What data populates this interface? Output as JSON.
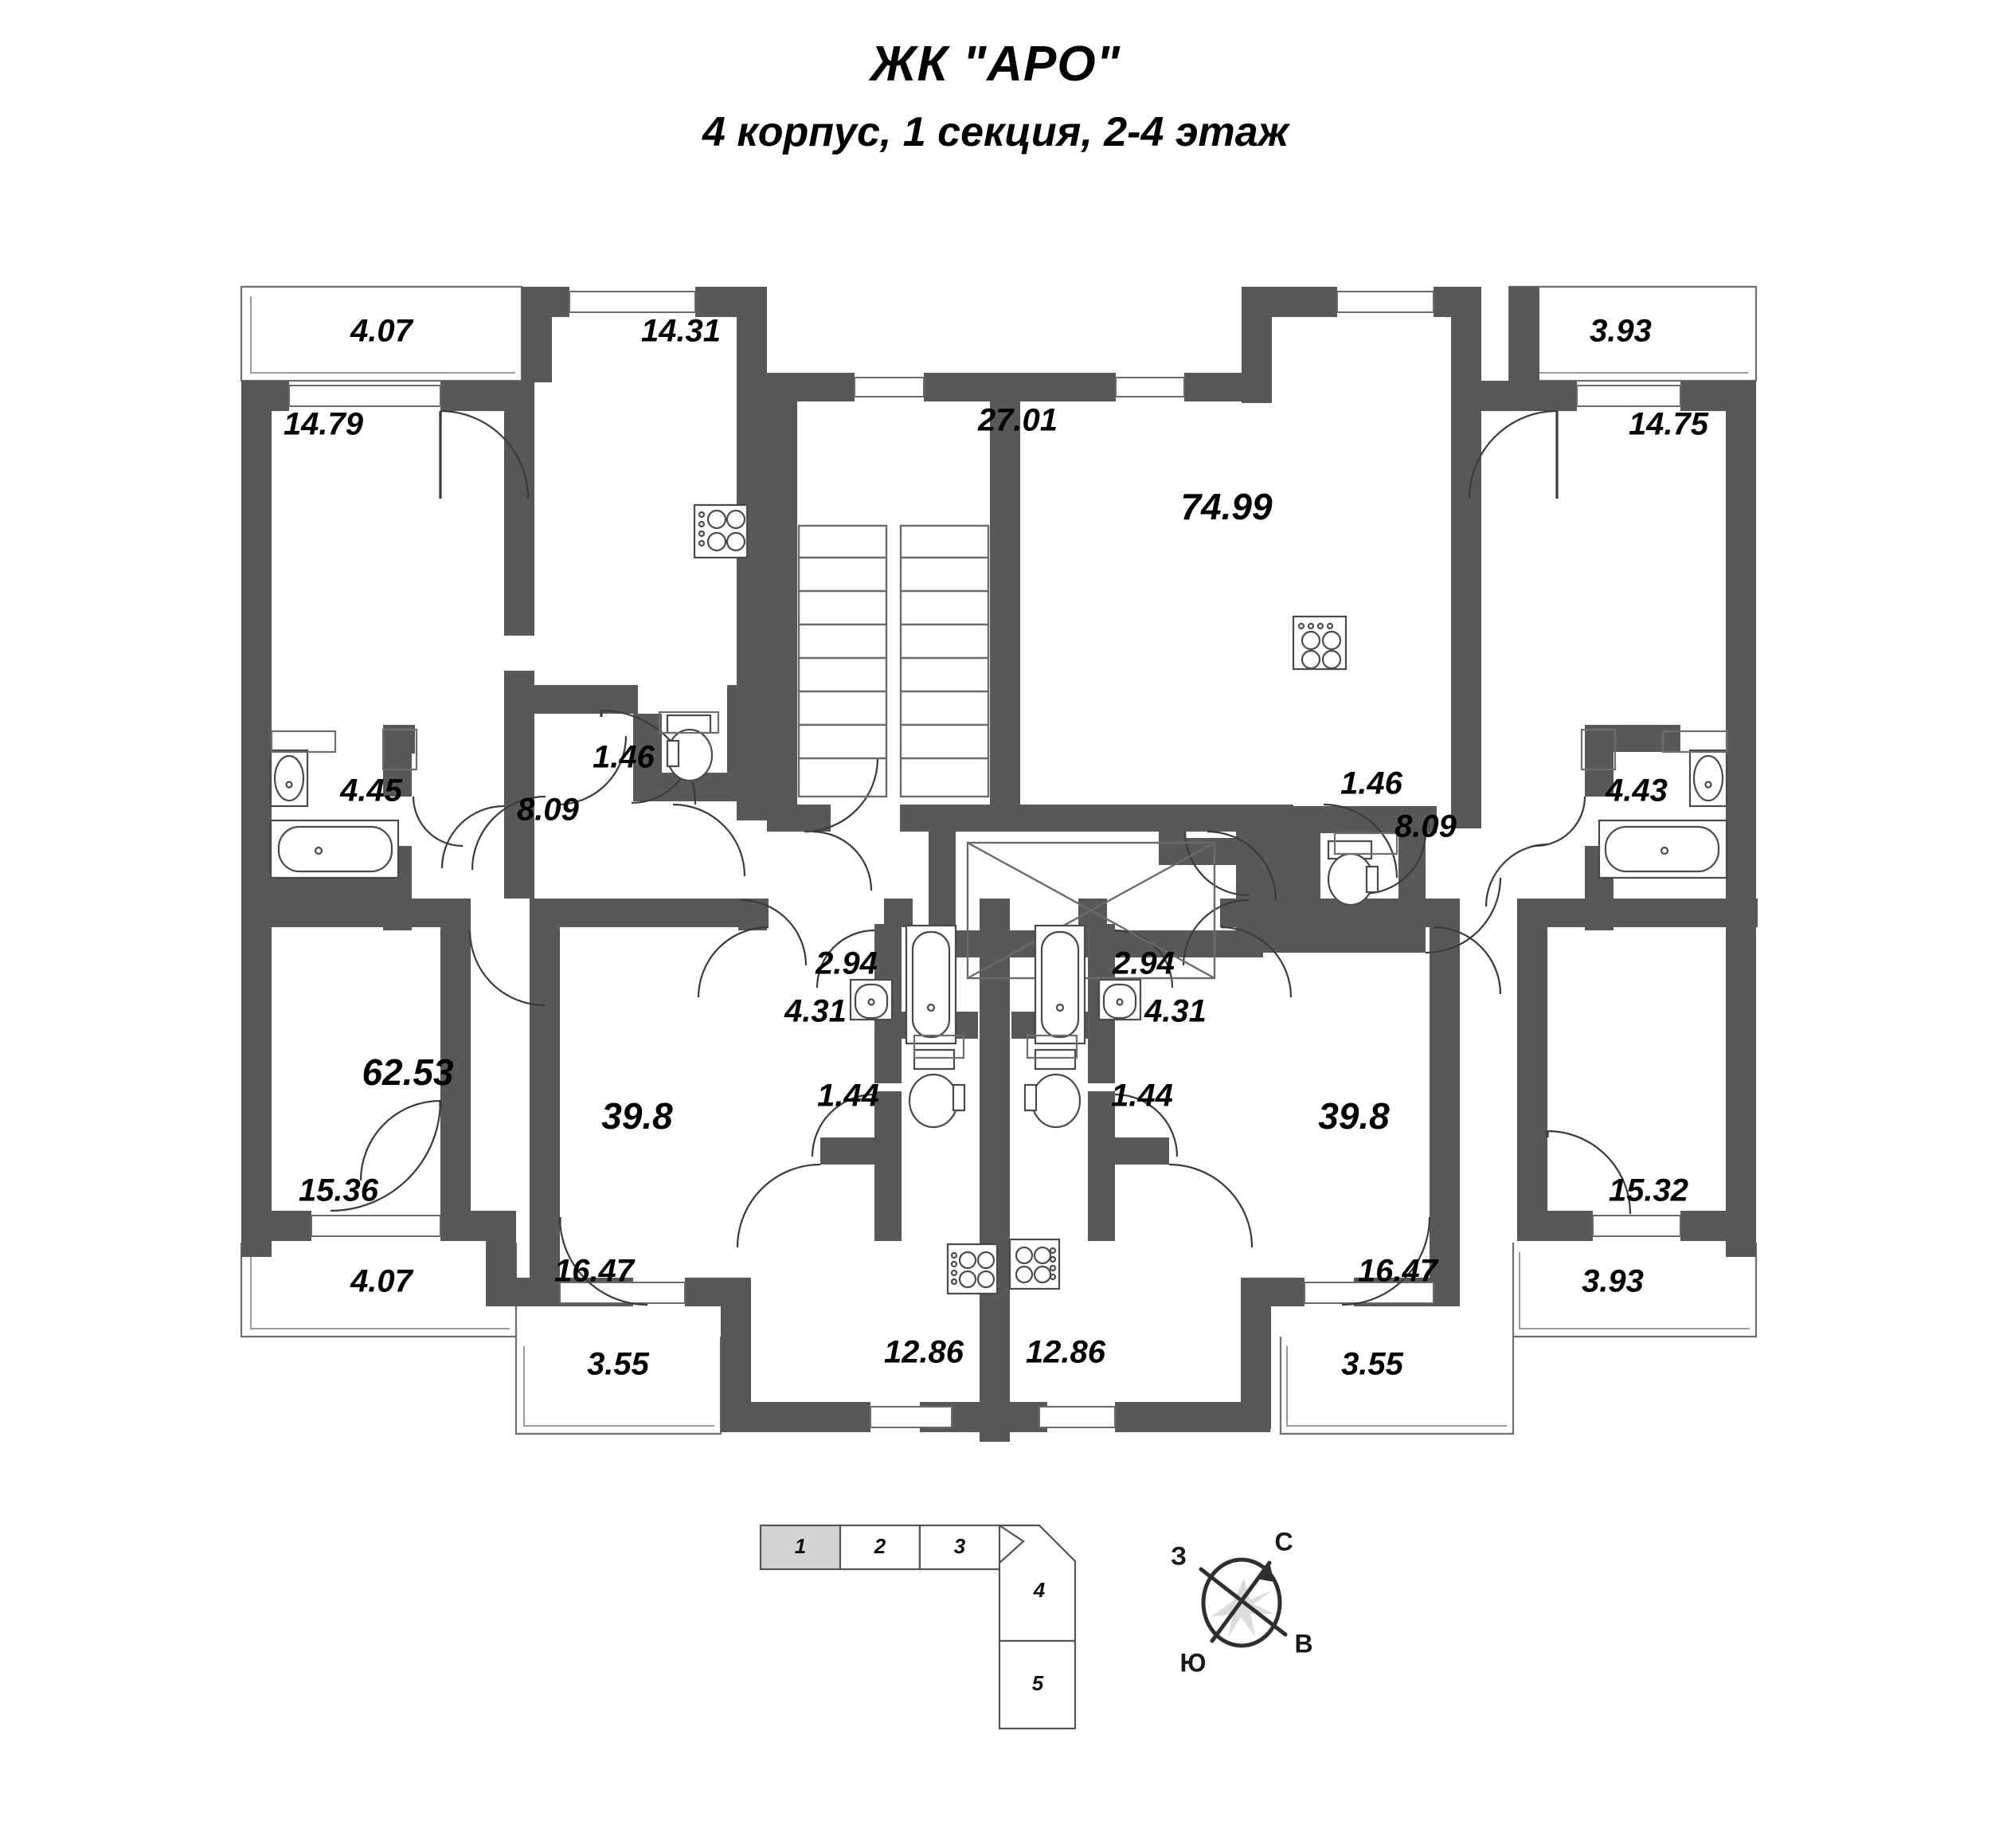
{
  "document": {
    "title": "ЖК \"АРО\"",
    "subtitle": "4 корпус, 1 секция, 2-4 этаж"
  },
  "floorplan": {
    "areas": {
      "balcony_top_left": "4.07",
      "room_top_left_kitchen": "14.31",
      "room_left_living": "14.79",
      "bath_left": "4.45",
      "wc_left": "1.46",
      "hall_left": "8.09",
      "stair_hall": "27.01",
      "apartment_top_right_total": "74.99",
      "balcony_top_right": "3.93",
      "room_right_living": "14.75",
      "wc_right": "1.46",
      "hall_right": "8.09",
      "bath_right": "4.43",
      "apartment_left_total": "62.53",
      "room_left_lower": "15.36",
      "balcony_lower_left": "4.07",
      "apartment_mid_left_total": "39.8",
      "room_mid_left": "16.47",
      "balcony_mid_left": "3.55",
      "hall_mid_left": "4.31",
      "bath_mid_left": "2.94",
      "wc_mid_left": "1.44",
      "kitchen_mid_left": "12.86",
      "bath_mid_right": "2.94",
      "wc_mid_right": "1.44",
      "hall_mid_right": "4.31",
      "kitchen_mid_right": "12.86",
      "apartment_mid_right_total": "39.8",
      "room_mid_right": "16.47",
      "balcony_mid_right": "3.55",
      "room_right_lower": "15.32",
      "balcony_lower_right": "3.93"
    }
  },
  "key_diagram": {
    "sections": [
      {
        "label": "1",
        "highlighted": true
      },
      {
        "label": "2",
        "highlighted": false
      },
      {
        "label": "3",
        "highlighted": false
      },
      {
        "label": "4",
        "highlighted": false
      },
      {
        "label": "5",
        "highlighted": false
      }
    ]
  },
  "compass": {
    "north": "С",
    "east": "В",
    "south": "Ю",
    "west": "З"
  }
}
